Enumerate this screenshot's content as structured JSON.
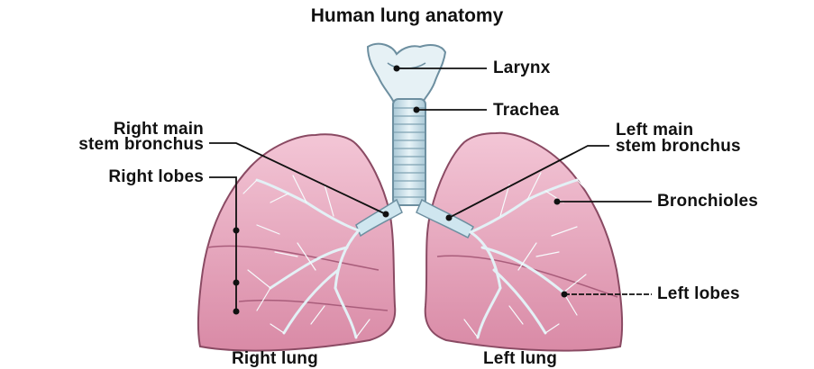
{
  "title": "Human lung anatomy",
  "labels": {
    "larynx": "Larynx",
    "trachea": "Trachea",
    "right_main_stem_bronchus_1": "Right main",
    "right_main_stem_bronchus_2": "stem bronchus",
    "left_main_stem_bronchus_1": "Left main",
    "left_main_stem_bronchus_2": "stem bronchus",
    "right_lobes": "Right lobes",
    "bronchioles": "Bronchioles",
    "left_lobes": "Left lobes",
    "right_lung": "Right lung",
    "left_lung": "Left lung"
  },
  "colors": {
    "lung_fill": "#e9a9bf",
    "lung_edge": "#8a4a63",
    "airway": "#cfe6ef",
    "airway_edge": "#6d8fa0",
    "leader": "#111111"
  }
}
